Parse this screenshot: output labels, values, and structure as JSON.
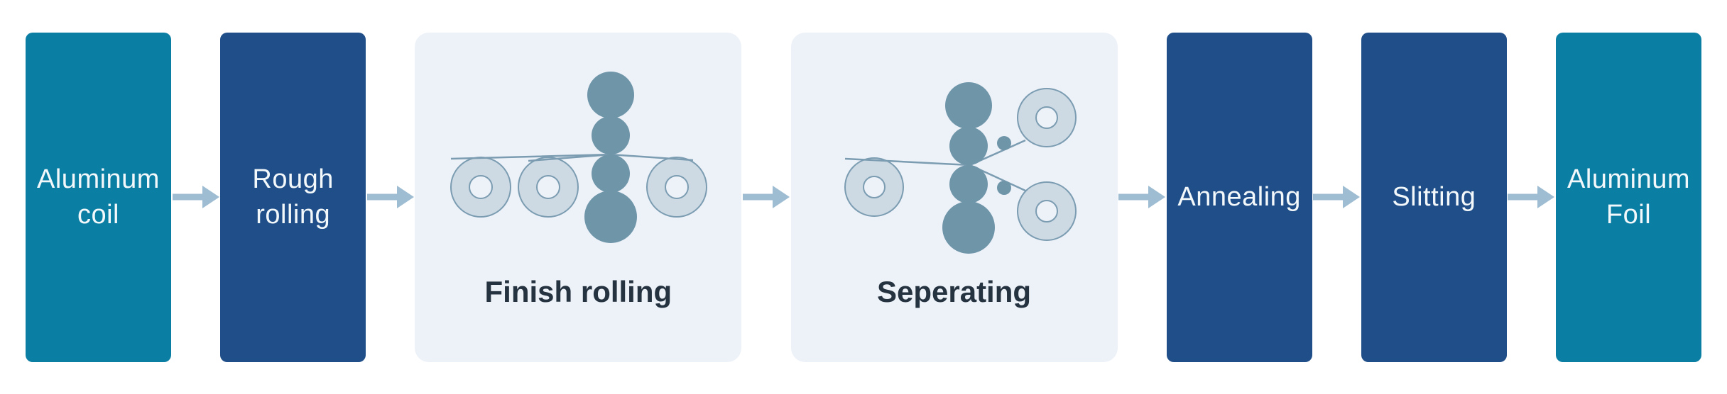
{
  "colors": {
    "page_bg": "#ffffff",
    "teal_box": "#0b7ea4",
    "blue_box": "#1f4e88",
    "box_text": "#f3f8fb",
    "panel_bg": "#edf2f9",
    "caption_text": "#25323f",
    "arrow": "#9fbdd2",
    "roller_solid": "#6f95a9",
    "reel_fill": "#cddae4",
    "reel_stroke": "#7b9cb1",
    "reel_hole": "#edf2f9"
  },
  "flow": {
    "nodes": [
      {
        "id": "aluminum-coil",
        "kind": "box",
        "color": "teal",
        "lines": [
          "Aluminum",
          "coil"
        ]
      },
      {
        "id": "rough-rolling",
        "kind": "box",
        "color": "blue",
        "lines": [
          "Rough",
          "rolling"
        ]
      },
      {
        "id": "finish-rolling",
        "kind": "icon-panel",
        "icon": "finish-rolling-icon",
        "caption": "Finish rolling"
      },
      {
        "id": "separating",
        "kind": "icon-panel",
        "icon": "separating-icon",
        "caption": "Seperating"
      },
      {
        "id": "annealing",
        "kind": "box",
        "color": "blue",
        "lines": [
          "Annealing"
        ]
      },
      {
        "id": "slitting",
        "kind": "box",
        "color": "blue",
        "lines": [
          "Slitting"
        ]
      },
      {
        "id": "aluminum-foil",
        "kind": "box",
        "color": "teal",
        "lines": [
          "Aluminum",
          "Foil"
        ]
      }
    ],
    "arrows": [
      {
        "from": "aluminum-coil",
        "to": "rough-rolling",
        "direction": "right"
      },
      {
        "from": "rough-rolling",
        "to": "finish-rolling",
        "direction": "right"
      },
      {
        "from": "finish-rolling",
        "to": "separating",
        "direction": "right"
      },
      {
        "from": "separating",
        "to": "annealing",
        "direction": "right"
      },
      {
        "from": "annealing",
        "to": "slitting",
        "direction": "right"
      },
      {
        "from": "slitting",
        "to": "aluminum-foil",
        "direction": "right"
      }
    ]
  }
}
